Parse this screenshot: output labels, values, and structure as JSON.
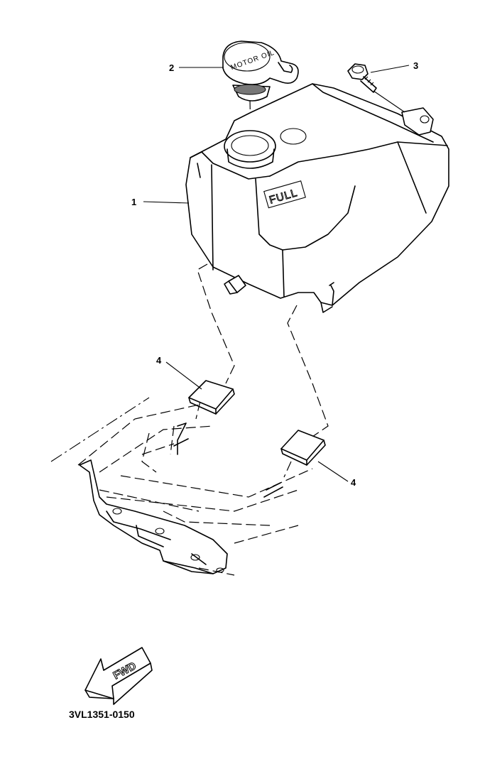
{
  "callouts": [
    {
      "id": "1",
      "label": "1"
    },
    {
      "id": "2",
      "label": "2"
    },
    {
      "id": "3",
      "label": "3"
    },
    {
      "id": "4a",
      "label": "4"
    },
    {
      "id": "4b",
      "label": "4"
    }
  ],
  "tank_marking": "FULL",
  "cap_marking": "MOTOR OIL",
  "direction_label": "FWD",
  "part_number": "3VL1351-0150"
}
